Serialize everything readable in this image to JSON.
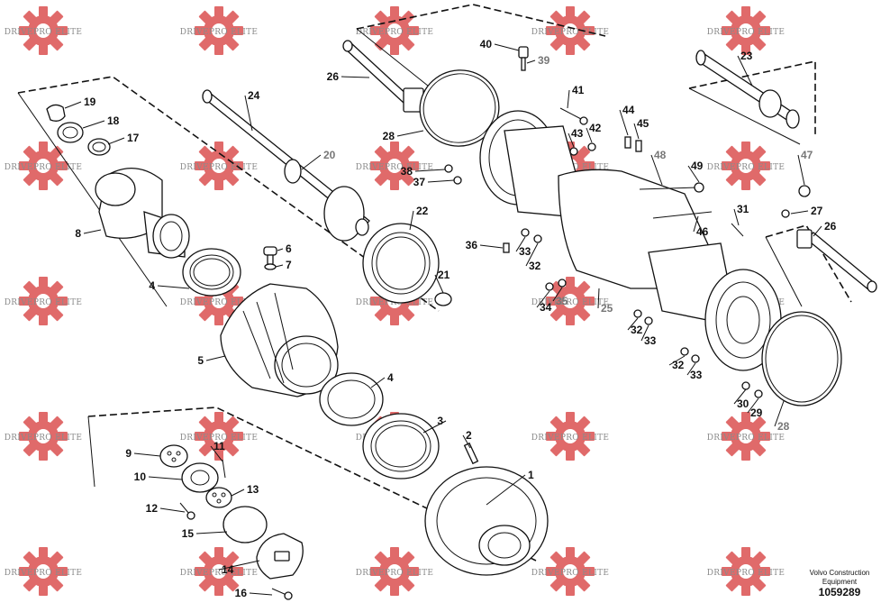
{
  "diagram": {
    "watermark_text": "DRIVEPRO ELITE",
    "credit_line1": "Volvo Construction",
    "credit_line2": "Equipment",
    "document_number": "1059289",
    "colors": {
      "watermark_gear": "#e06a6a",
      "line": "#111111",
      "gray_label": "#777777"
    },
    "labels": [
      {
        "id": "l1",
        "text": "1"
      },
      {
        "id": "l2",
        "text": "2"
      },
      {
        "id": "l3",
        "text": "3"
      },
      {
        "id": "l4a",
        "text": "4"
      },
      {
        "id": "l4b",
        "text": "4"
      },
      {
        "id": "l5",
        "text": "5"
      },
      {
        "id": "l6",
        "text": "6"
      },
      {
        "id": "l7",
        "text": "7"
      },
      {
        "id": "l8",
        "text": "8"
      },
      {
        "id": "l9",
        "text": "9"
      },
      {
        "id": "l10",
        "text": "10"
      },
      {
        "id": "l11",
        "text": "11"
      },
      {
        "id": "l12",
        "text": "12"
      },
      {
        "id": "l13",
        "text": "13"
      },
      {
        "id": "l14",
        "text": "14"
      },
      {
        "id": "l15",
        "text": "15"
      },
      {
        "id": "l16",
        "text": "16"
      },
      {
        "id": "l17",
        "text": "17"
      },
      {
        "id": "l18",
        "text": "18"
      },
      {
        "id": "l19",
        "text": "19"
      },
      {
        "id": "l20",
        "text": "20"
      },
      {
        "id": "l21",
        "text": "21"
      },
      {
        "id": "l22",
        "text": "22"
      },
      {
        "id": "l23",
        "text": "23"
      },
      {
        "id": "l24",
        "text": "24"
      },
      {
        "id": "l25",
        "text": "25"
      },
      {
        "id": "l26a",
        "text": "26"
      },
      {
        "id": "l26b",
        "text": "26"
      },
      {
        "id": "l27",
        "text": "27"
      },
      {
        "id": "l28a",
        "text": "28"
      },
      {
        "id": "l28b",
        "text": "28"
      },
      {
        "id": "l29",
        "text": "29"
      },
      {
        "id": "l30",
        "text": "30"
      },
      {
        "id": "l31",
        "text": "31"
      },
      {
        "id": "l32a",
        "text": "32"
      },
      {
        "id": "l32b",
        "text": "32"
      },
      {
        "id": "l32c",
        "text": "32"
      },
      {
        "id": "l33a",
        "text": "33"
      },
      {
        "id": "l33b",
        "text": "33"
      },
      {
        "id": "l33c",
        "text": "33"
      },
      {
        "id": "l34",
        "text": "34"
      },
      {
        "id": "l35",
        "text": "35"
      },
      {
        "id": "l36",
        "text": "36"
      },
      {
        "id": "l37",
        "text": "37"
      },
      {
        "id": "l38",
        "text": "38"
      },
      {
        "id": "l39",
        "text": "39"
      },
      {
        "id": "l40",
        "text": "40"
      },
      {
        "id": "l41",
        "text": "41"
      },
      {
        "id": "l42",
        "text": "42"
      },
      {
        "id": "l43",
        "text": "43"
      },
      {
        "id": "l44",
        "text": "44"
      },
      {
        "id": "l45",
        "text": "45"
      },
      {
        "id": "l46",
        "text": "46"
      },
      {
        "id": "l47",
        "text": "47"
      },
      {
        "id": "l48",
        "text": "48"
      },
      {
        "id": "l49",
        "text": "49"
      }
    ]
  }
}
